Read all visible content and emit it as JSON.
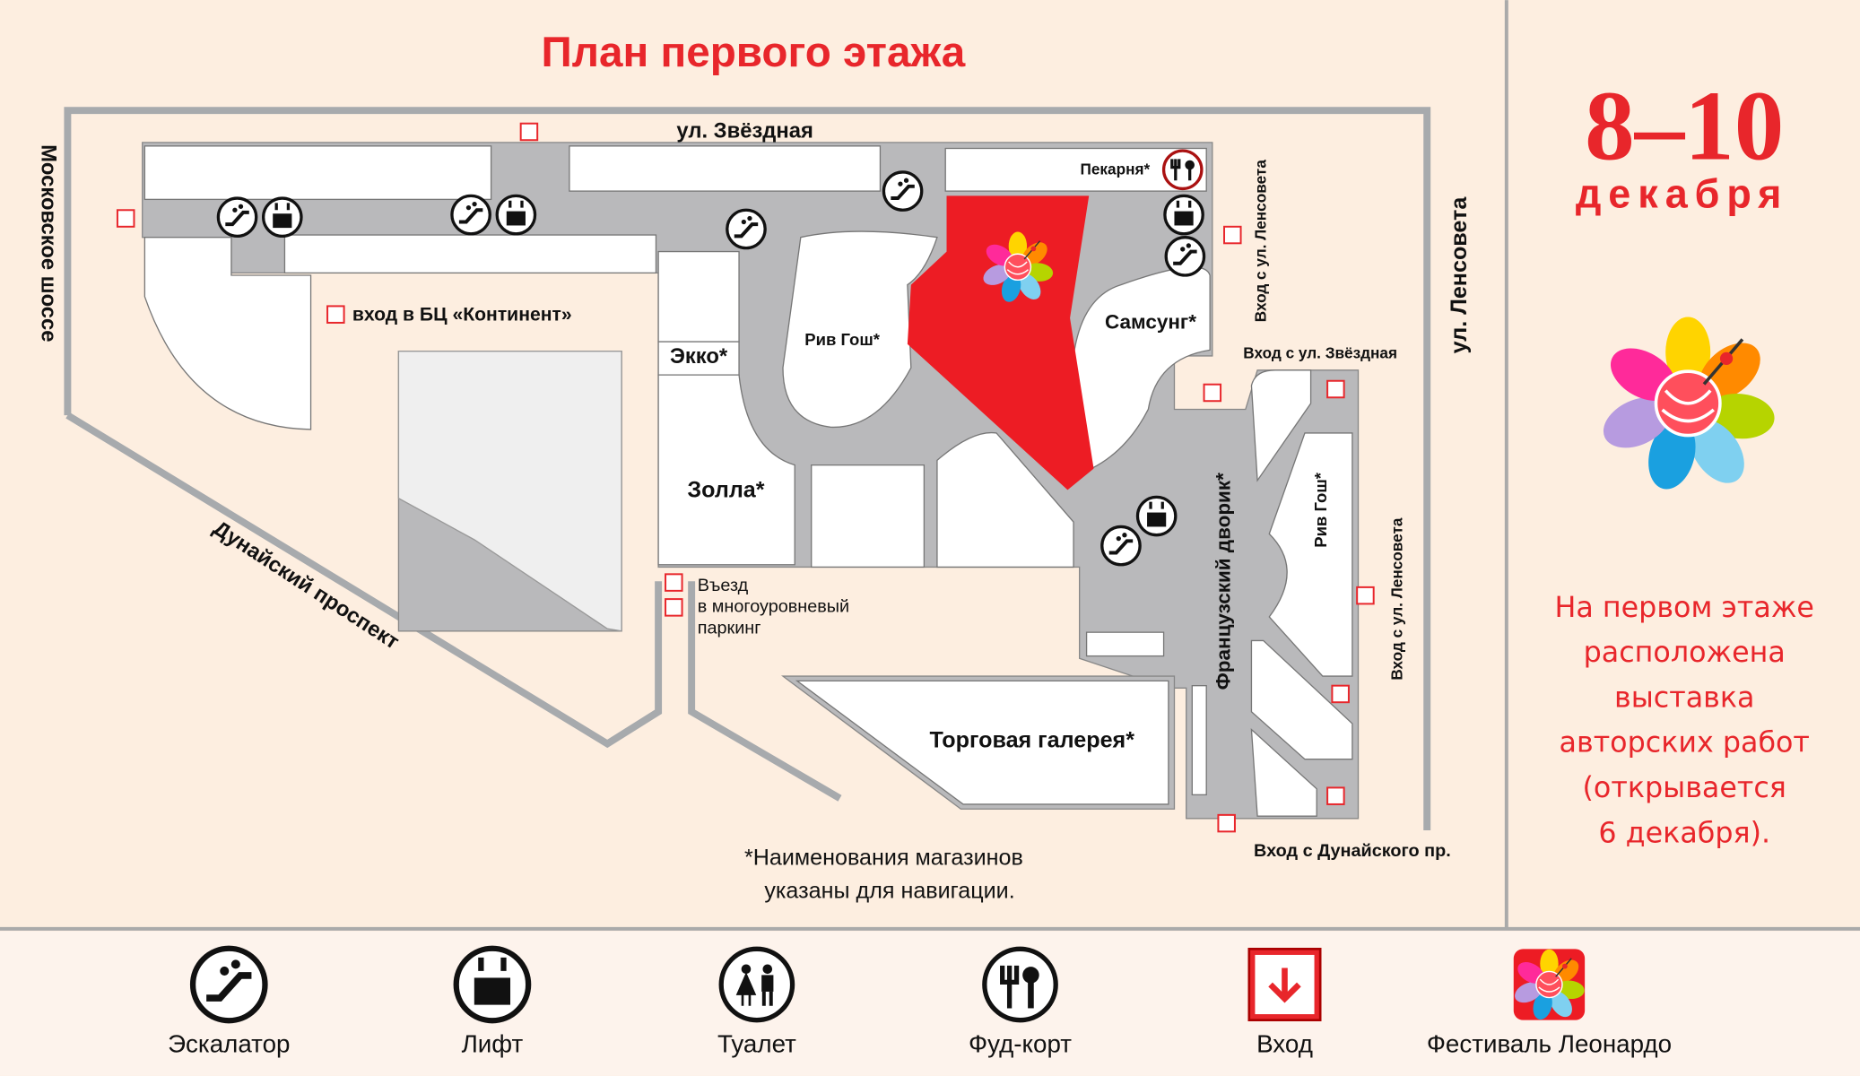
{
  "title": "План первого этажа",
  "streets": {
    "zvezdnaya": "ул. Звёздная",
    "moskovskoe": "Московское шоссе",
    "dunaysky": "Дунайский проспект",
    "lensoveta": "ул. Ленсовета"
  },
  "shops": {
    "bakery": "Пекарня*",
    "rive_gauche_1": "Рив Гош*",
    "samsung": "Самсунг*",
    "ecco": "Экко*",
    "zolla": "Золла*",
    "rive_gauche_2": "Рив Гош*",
    "french_yard": "Французский дворик*",
    "gallery": "Торговая галерея*"
  },
  "entrances": {
    "continent": "вход в БЦ «Континент»",
    "lensoveta_1": "Вход с ул. Ленсовета",
    "zvezdnaya": "Вход с ул. Звёздная",
    "lensoveta_2": "Вход с ул. Ленсовета",
    "dunaysky": "Вход с Дунайского пр.",
    "parking_1": "Въезд",
    "parking_2": "в многоуровневый",
    "parking_3": "паркинг"
  },
  "note": [
    "*Наименования магазинов",
    "указаны для навигации."
  ],
  "event": {
    "dates": "8–10",
    "month": "декабря",
    "lines": [
      "На первом этаже",
      "расположена",
      "выставка",
      "авторских работ",
      "(открывается",
      "6 декабря)."
    ]
  },
  "legend": [
    {
      "icon": "escalator-icon",
      "label": "Эскалатор"
    },
    {
      "icon": "elevator-icon",
      "label": "Лифт"
    },
    {
      "icon": "toilet-icon",
      "label": "Туалет"
    },
    {
      "icon": "food-court-icon",
      "label": "Фуд-корт"
    },
    {
      "icon": "entrance-icon",
      "label": "Вход"
    },
    {
      "icon": "festival-logo-icon",
      "label": "Фестиваль Леонардо"
    }
  ],
  "colors": {
    "accent": "#e8262b",
    "background": "#fdeee0",
    "hall": "#b9b9bb"
  }
}
